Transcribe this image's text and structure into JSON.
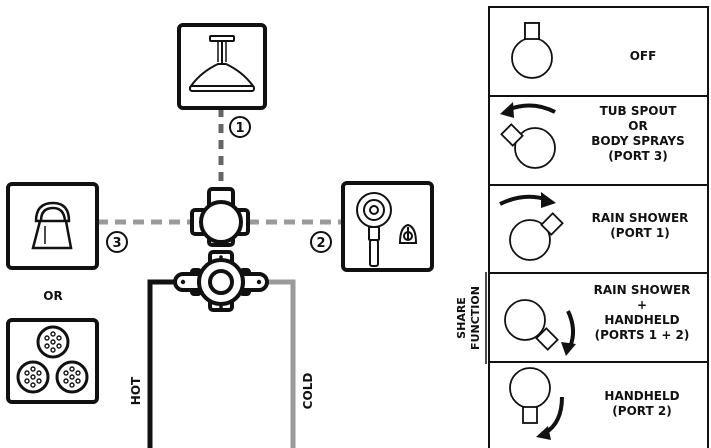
{
  "ports": {
    "port1": "1",
    "port2": "2",
    "port3": "3"
  },
  "labels": {
    "or": "OR",
    "hot": "HOT",
    "cold": "COLD",
    "share_line1": "SHARE",
    "share_line2": "FUNCTION"
  },
  "functions": [
    {
      "lines": [
        "OFF"
      ]
    },
    {
      "lines": [
        "TUB SPOUT",
        "OR",
        "BODY SPRAYS",
        "(PORT 3)"
      ]
    },
    {
      "lines": [
        "RAIN SHOWER",
        "(PORT 1)"
      ]
    },
    {
      "lines": [
        "RAIN SHOWER",
        "+",
        "HANDHELD",
        "(PORTS 1 + 2)"
      ]
    },
    {
      "lines": [
        "HANDHELD",
        "(PORT 2)"
      ]
    }
  ],
  "colors": {
    "dashed_line": "#9a9a9a",
    "dark_dash": "#666666",
    "hot_line": "#111111",
    "cold_line": "#9a9a9a",
    "outline": "#111111"
  }
}
